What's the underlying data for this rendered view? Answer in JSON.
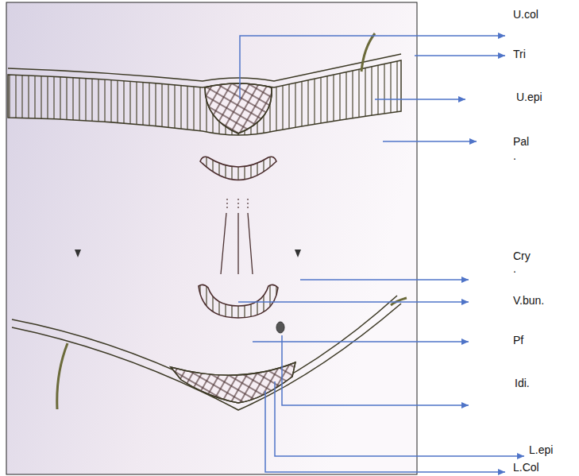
{
  "diagram": {
    "labels": [
      "U.col",
      "Tri",
      "U.epi",
      "Pal",
      ".",
      "Cry",
      ".",
      "V.bun.",
      "Pf",
      "Idi.",
      "L.epi",
      "L.Col"
    ]
  }
}
